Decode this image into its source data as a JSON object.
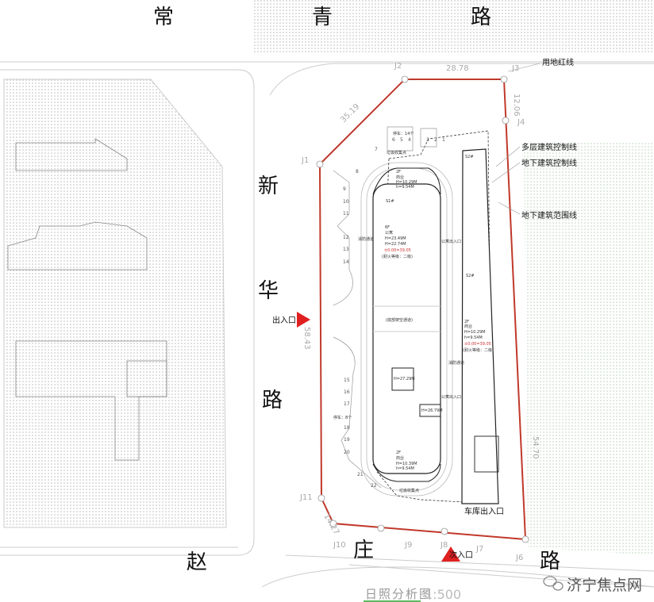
{
  "roads": {
    "top": [
      "常",
      "青",
      "路"
    ],
    "left": [
      "新",
      "华",
      "路"
    ],
    "bottom": [
      "赵",
      "庄",
      "路"
    ]
  },
  "legend": {
    "red_line": "用地红线",
    "multi_storey_control": "多层建筑控制线",
    "underground_control": "地下建筑控制线",
    "underground_range": "地下建筑范围线"
  },
  "entrances": {
    "main": "出入口",
    "secondary": "次入口",
    "garage": "车库出入口"
  },
  "points": [
    "J1",
    "J2",
    "J3",
    "J4",
    "J6",
    "J7",
    "J8",
    "J9",
    "J10",
    "J11"
  ],
  "dimensions": {
    "top": "28.78",
    "diag": "35.19",
    "right_top": "12.06",
    "right": "54.70",
    "bottom_left": "14.27",
    "left": "58.43"
  },
  "s1": {
    "name": "S1#",
    "top_floors": "2F",
    "top_use": "商业",
    "top_H": "H=10.29M",
    "top_h": "h=9.54M",
    "floors": "6F",
    "use": "公寓",
    "H": "H=23.49M",
    "h": "H=22.74M",
    "elev": "±0.00=39.05",
    "fire": "(耐火等级：二级)",
    "passage": "(底部架空通道)",
    "h1": "H=27.29M",
    "h2": "H=26.79M",
    "bot_floors": "2F",
    "bot_use": "商业",
    "bot_H": "H=10.39M",
    "bot_h": "h=9.54M"
  },
  "s2": {
    "name": "S2#",
    "floors": "2F",
    "use": "商业",
    "H": "H=10.29M",
    "h": "h=9.54M",
    "elev": "±0.00=39.05",
    "fire": "(耐火等级：二级)"
  },
  "labels": {
    "apt_entry": "公寓出入口",
    "fire_lane": "消防通道",
    "garbage": "垃圾收集点",
    "parking_top": "停车：14个",
    "parking_left": "停车：8个"
  },
  "parking_numbers": [
    "1",
    "2",
    "3",
    "4",
    "5",
    "6",
    "7",
    "8",
    "9",
    "10",
    "11",
    "12",
    "13",
    "14",
    "15",
    "16",
    "17",
    "18",
    "19",
    "20",
    "21",
    "22"
  ],
  "title": {
    "name": "日照分析图",
    "scale": "1:500"
  },
  "watermark": "济宁焦点网",
  "colors": {
    "red_line": "#c0392b",
    "entrance": "#e02020",
    "title_underline": "#5cb85c"
  }
}
